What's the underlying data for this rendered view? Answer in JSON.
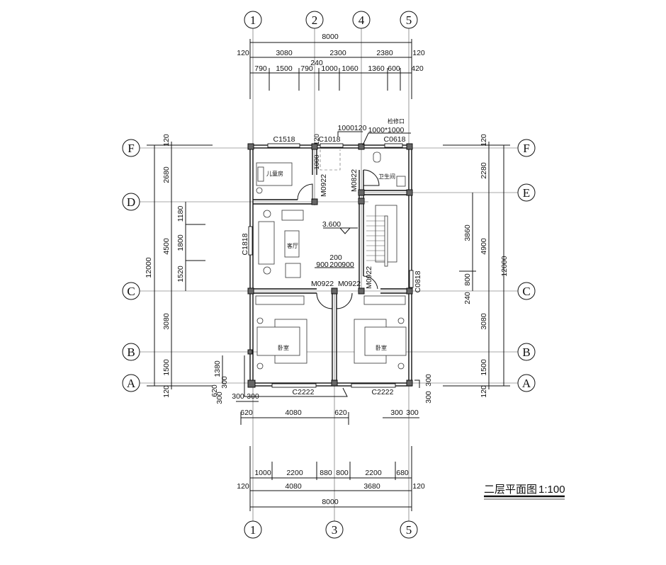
{
  "title": {
    "text": "二层平面图",
    "scale": "1:100"
  },
  "axes": {
    "top": [
      "1",
      "2",
      "4",
      "5"
    ],
    "bottom": [
      "1",
      "3",
      "5"
    ],
    "left": [
      "F",
      "D",
      "C",
      "B",
      "A"
    ],
    "right": [
      "F",
      "E",
      "C",
      "B",
      "A"
    ]
  },
  "dims": {
    "top_total": "8000",
    "top_axis": [
      "120",
      "3080",
      "2300",
      "2380",
      "120"
    ],
    "top_detail": [
      "790",
      "1500",
      "790",
      "240",
      "1000",
      "1060",
      "1360",
      "600",
      "420"
    ],
    "bottom_detail": [
      "1000",
      "2200",
      "880",
      "800",
      "2200",
      "680"
    ],
    "bottom_axis": [
      "120",
      "4080",
      "3680",
      "120"
    ],
    "bottom_total": "8000",
    "below_plan": [
      "620",
      "4080",
      "620",
      "300",
      "300",
      "300",
      "300"
    ],
    "left_total": "12000",
    "left_axis": [
      "120",
      "2680",
      "4500",
      "3080",
      "1500",
      "120"
    ],
    "left_detail": [
      "1180",
      "1800",
      "1520"
    ],
    "left_corner": [
      "1380",
      "620",
      "300",
      "300"
    ],
    "right_total": "12000",
    "right_axis": [
      "120",
      "2280",
      "4900",
      "3080",
      "1500",
      "120"
    ],
    "right_detail": [
      "3860",
      "800",
      "240"
    ],
    "right_corner": [
      "300",
      "300"
    ],
    "interior": [
      "1000",
      "120",
      "1000120",
      "200",
      "900",
      "200",
      "900"
    ]
  },
  "rooms": [
    "儿童房",
    "卫生间",
    "客厅",
    "卧室",
    "卧室"
  ],
  "level": "3.600",
  "access_hatch": {
    "label": "检修口",
    "size": "1000*1000"
  },
  "windows": [
    "C1518",
    "C1018",
    "C0618",
    "C1818",
    "C0818",
    "C2222",
    "C2222"
  ],
  "doors": [
    "M0922",
    "M0822",
    "M0922",
    "M0922",
    "M0922"
  ]
}
